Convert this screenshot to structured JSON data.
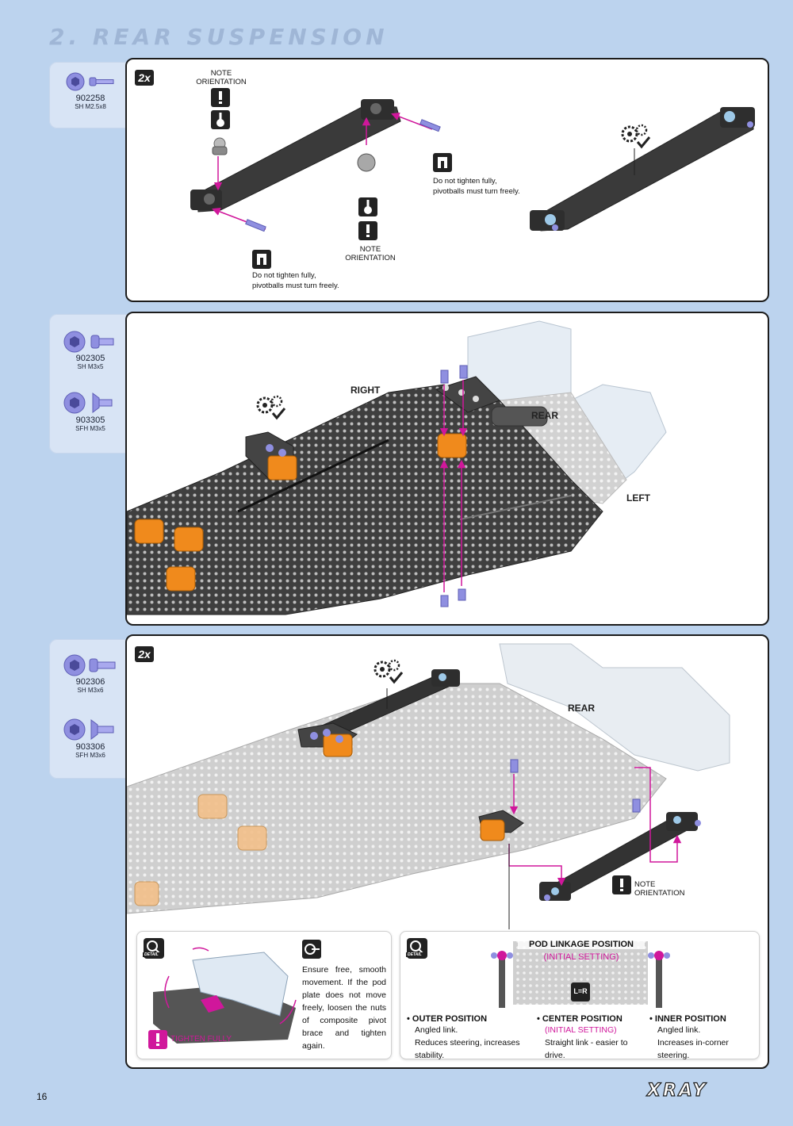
{
  "page": {
    "title": "2. REAR SUSPENSION",
    "number": "16",
    "brand": "XRAY"
  },
  "step1": {
    "badge": "2x",
    "parts": [
      {
        "code": "902258",
        "desc": "SH M2.5x8"
      }
    ],
    "note_top": "NOTE ORIENTATION",
    "note_bottom": "NOTE ORIENTATION",
    "caption_right": "Do not tighten fully, pivotballs must turn freely.",
    "caption_bottom": "Do not tighten fully, pivotballs must turn freely."
  },
  "step2": {
    "parts": [
      {
        "code": "902305",
        "desc": "SH M3x5"
      },
      {
        "code": "903305",
        "desc": "SFH M3x5"
      }
    ],
    "right_label": "RIGHT",
    "rear_label": "REAR",
    "left_label": "LEFT"
  },
  "step3": {
    "badge": "2x",
    "parts": [
      {
        "code": "902306",
        "desc": "SH M3x6"
      },
      {
        "code": "903306",
        "desc": "SFH M3x6"
      }
    ],
    "rear_label": "REAR",
    "note": "NOTE ORIENTATION",
    "detail_left": {
      "text": "Ensure free, smooth movement. If the pod plate does not move freely, loosen the nuts of composite pivot brace and tighten again.",
      "tighten_label": "TIGHTEN FULLY",
      "detail_caption": "DETAIL"
    },
    "detail_right": {
      "detail_caption": "DETAIL",
      "title": "POD LINKAGE POSITION",
      "subtitle": "(INITIAL SETTING)",
      "lr_label": "L=R",
      "positions": [
        {
          "title": "OUTER POSITION",
          "sub": "",
          "line1": "Angled link.",
          "line2": "Reduces steering, increases stability."
        },
        {
          "title": "CENTER POSITION",
          "sub": "(INITIAL SETTING)",
          "line1": "",
          "line2": "Straight link - easier to drive."
        },
        {
          "title": "INNER POSITION",
          "sub": "",
          "line1": "Angled link.",
          "line2": "Increases in-corner steering."
        }
      ]
    }
  },
  "colors": {
    "background": "#bcd3ee",
    "accent": "#d0179b",
    "orange": "#f08a1c",
    "screw": "#8f8fe0",
    "carbon": "#3a3a3a"
  },
  "icons": [
    "exclamation-icon",
    "pivot-ball-icon",
    "hex-wrench-icon",
    "adjust-gears-icon",
    "detail-magnifier-icon",
    "screw-icon"
  ]
}
